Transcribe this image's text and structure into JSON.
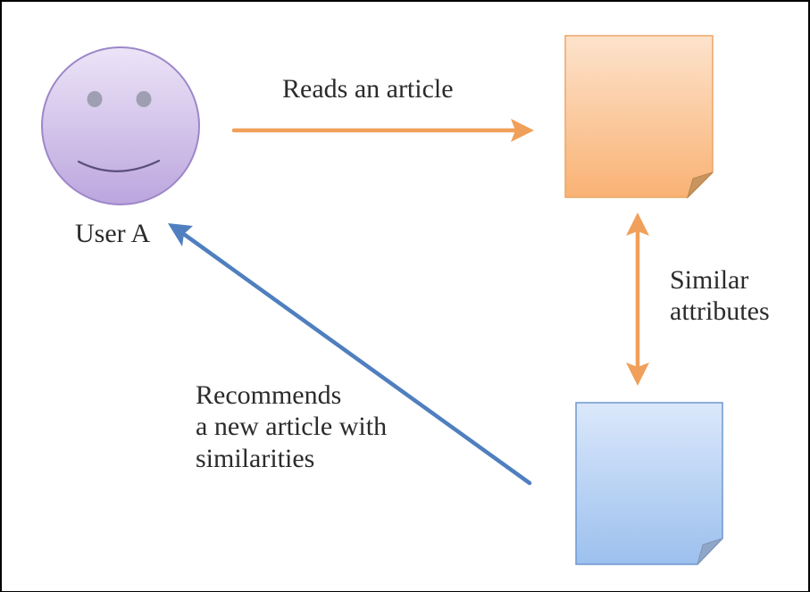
{
  "user": {
    "label": "User A"
  },
  "edges": {
    "reads": {
      "label": "Reads an article"
    },
    "similar": {
      "line1": "Similar",
      "line2": "attributes"
    },
    "recommends": {
      "line1": "Recommends",
      "line2": "a new article with",
      "line3": "similarities"
    }
  },
  "colors": {
    "face_fill_top": "#ece4f7",
    "face_fill_bottom": "#bca6de",
    "face_stroke": "#9d87c9",
    "orange_arrow": "#f0a05a",
    "blue_arrow": "#4f7fbf",
    "orange_doc_top": "#fde3cc",
    "orange_doc_bottom": "#f9b274",
    "orange_doc_stroke": "#eca567",
    "blue_doc_top": "#dbe8fb",
    "blue_doc_bottom": "#9cc0ee",
    "blue_doc_stroke": "#6f97cf"
  }
}
